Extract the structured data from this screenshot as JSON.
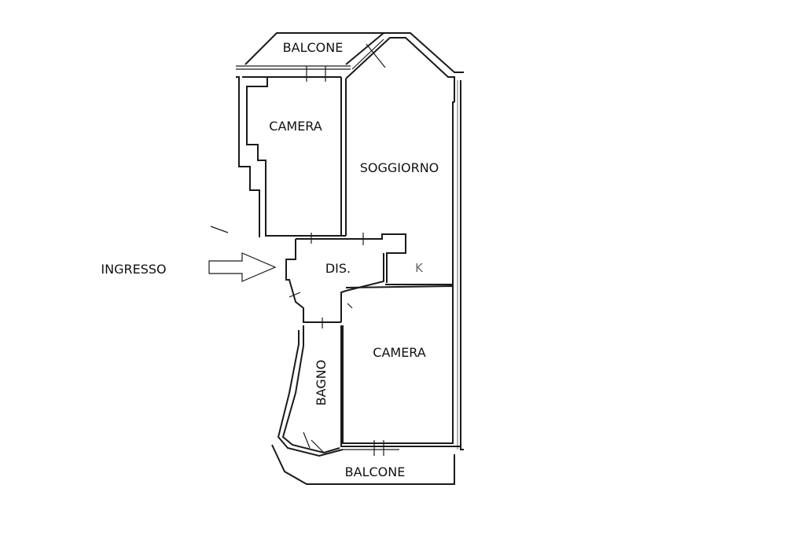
{
  "rooms": {
    "balcone_top": "BALCONE",
    "camera_top": "CAMERA",
    "soggiorno": "SOGGIORNO",
    "dis": "DIS.",
    "k": "K",
    "camera_bottom": "CAMERA",
    "bagno": "BAGNO",
    "balcone_bottom": "BALCONE"
  },
  "entrance": {
    "label": "INGRESSO"
  }
}
